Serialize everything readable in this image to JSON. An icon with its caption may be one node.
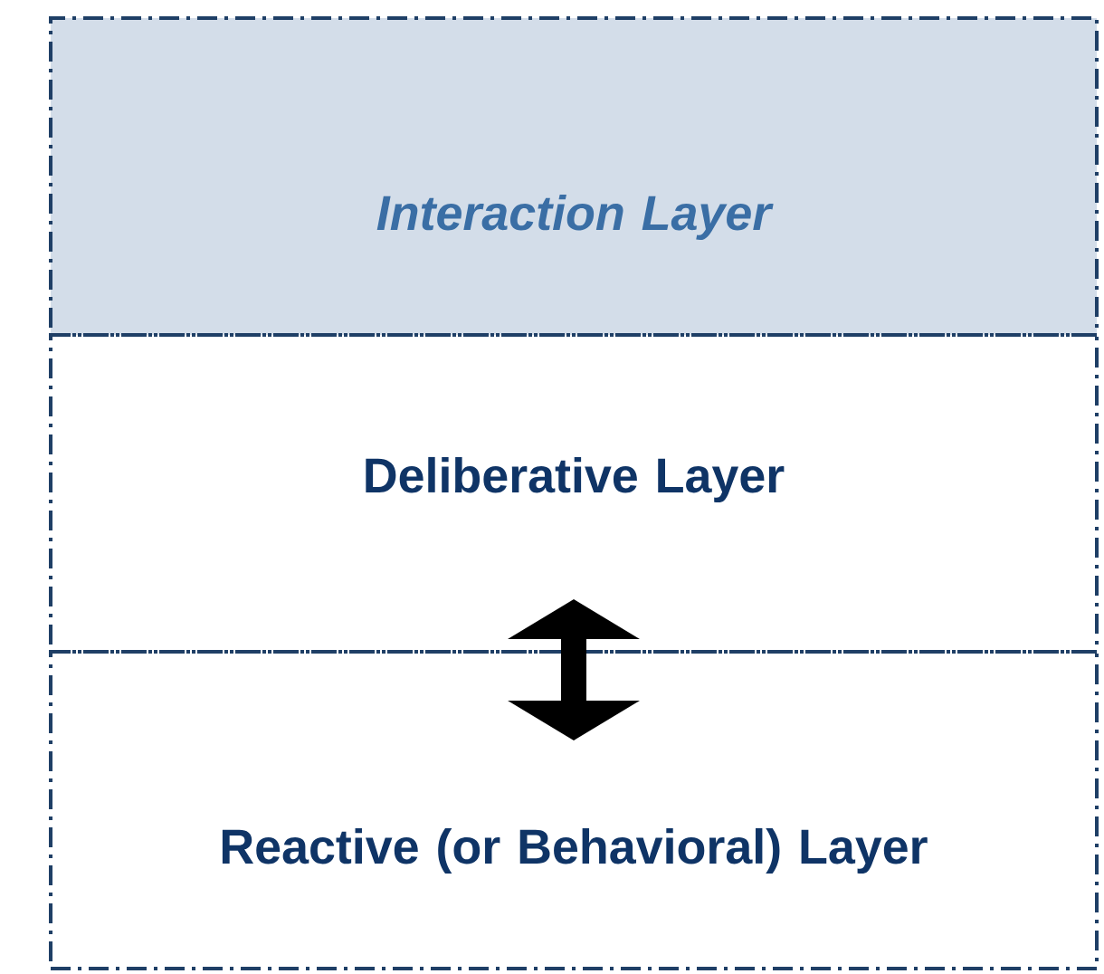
{
  "diagram": {
    "nodes": [
      {
        "text": [
          "Interaction Layer"
        ]
      },
      {
        "text": [
          "Deliberative Layer"
        ]
      },
      {
        "text": [
          "Reactive (or Behavioral) Layer"
        ]
      }
    ],
    "edges": [
      {
        "from": 1,
        "to": 2,
        "arrow": "both"
      }
    ]
  }
}
